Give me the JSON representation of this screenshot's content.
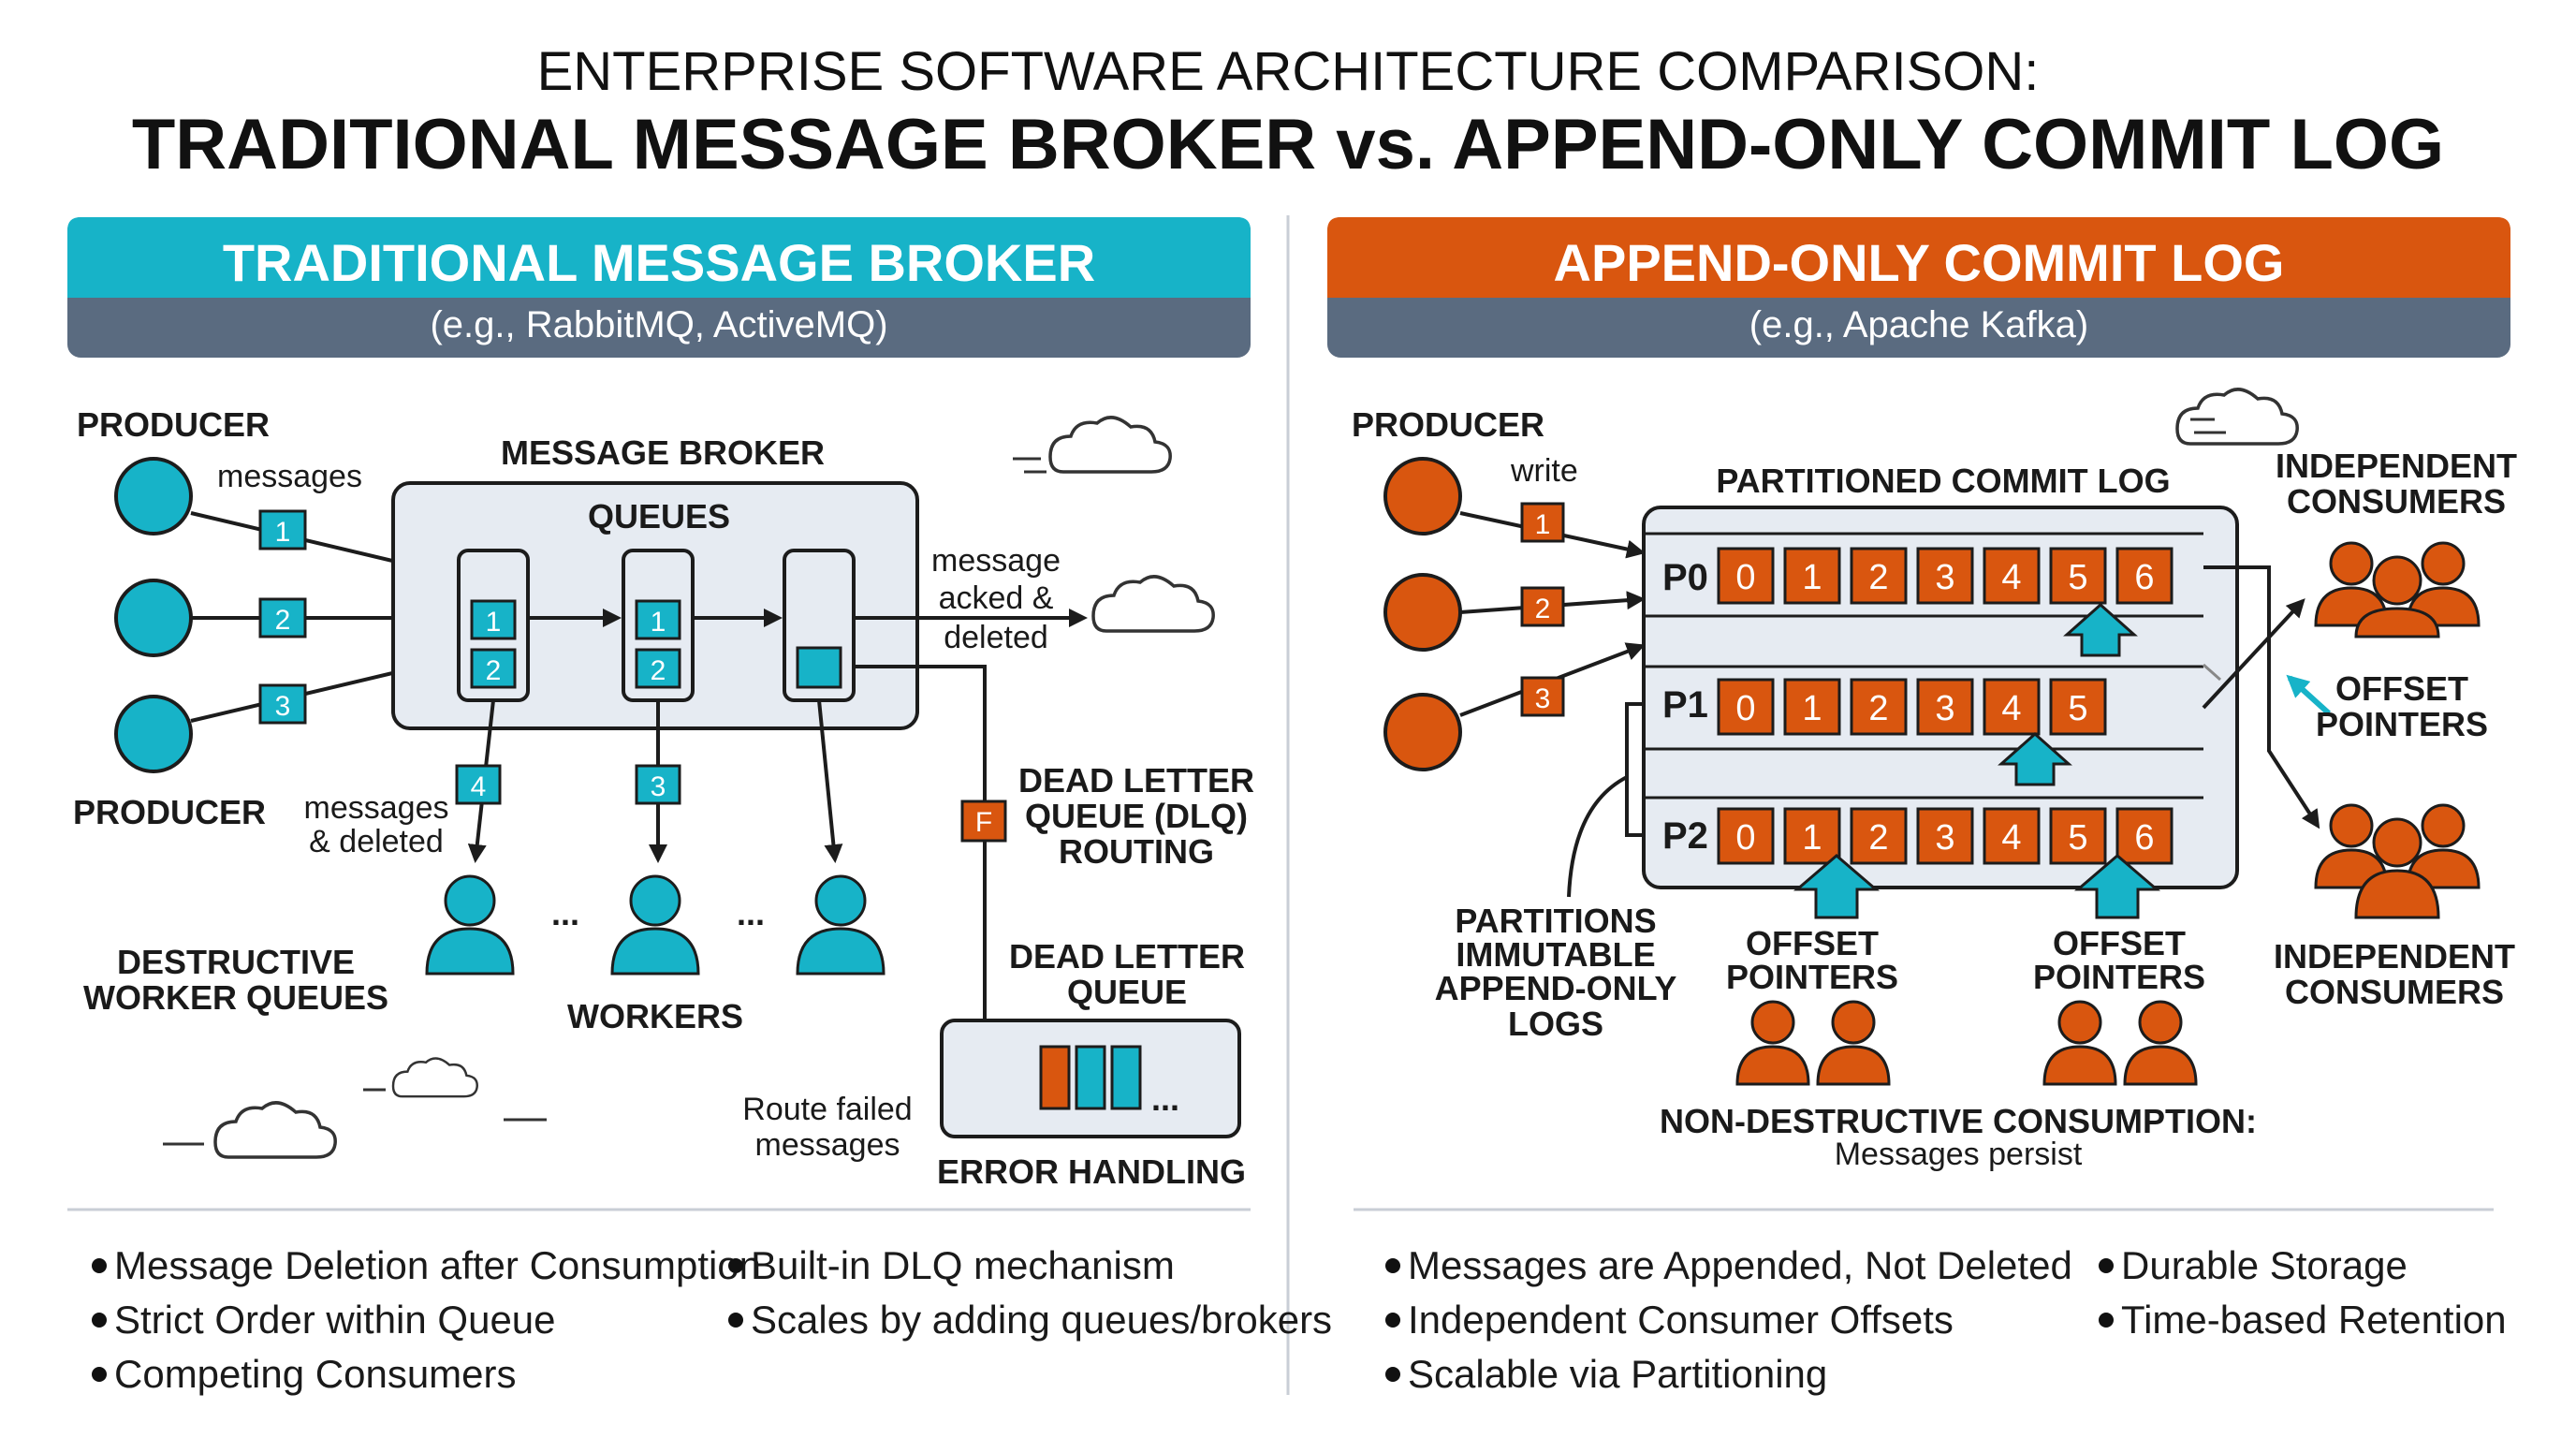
{
  "title": {
    "line1": "ENTERPRISE SOFTWARE ARCHITECTURE COMPARISON:",
    "line2": "TRADITIONAL MESSAGE BROKER vs. APPEND-ONLY COMMIT LOG"
  },
  "colors": {
    "teal": "#17b3c8",
    "orange": "#d9560f",
    "slate": "#5a6b80",
    "panel": "#e6ebf2"
  },
  "left": {
    "header": "TRADITIONAL MESSAGE BROKER",
    "subheader": "(e.g., RabbitMQ, ActiveMQ)",
    "producer_top": "PRODUCER",
    "producer_bottom": "PRODUCER",
    "messages_label": "messages",
    "broker_label": "MESSAGE BROKER",
    "queues_label": "QUEUES",
    "acked_lines": [
      "message",
      "acked &",
      "deleted"
    ],
    "msgs_deleted_lines": [
      "messages",
      "& deleted"
    ],
    "dlq_routing_lines": [
      "DEAD LETTER",
      "QUEUE (DLQ)",
      "ROUTING"
    ],
    "dlq_lines": [
      "DEAD LETTER",
      "QUEUE"
    ],
    "destructive_lines": [
      "DESTRUCTIVE",
      "WORKER QUEUES"
    ],
    "workers_label": "WORKERS",
    "route_failed_lines": [
      "Route failed",
      "messages"
    ],
    "error_handling": "ERROR HANDLING",
    "failed_tag": "F",
    "ellipsis": "...",
    "producer_msgs": [
      "1",
      "2",
      "3"
    ],
    "queue1_msgs": [
      "1",
      "2"
    ],
    "queue2_msgs": [
      "1",
      "2"
    ],
    "worker_msgs": [
      "4",
      "3"
    ],
    "bullets_col1": [
      "Message Deletion after Consumption",
      "Strict Order within Queue",
      "Competing Consumers"
    ],
    "bullets_col2": [
      "Built-in DLQ mechanism",
      "Scales by adding queues/brokers"
    ]
  },
  "right": {
    "header": "APPEND-ONLY COMMIT LOG",
    "subheader": "(e.g., Apache Kafka)",
    "producer": "PRODUCER",
    "write_label": "write",
    "producer_msgs": [
      "1",
      "2",
      "3"
    ],
    "log_label": "PARTITIONED COMMIT LOG",
    "partitions": [
      {
        "name": "P0",
        "cells": [
          "0",
          "1",
          "2",
          "3",
          "4",
          "5",
          "6"
        ]
      },
      {
        "name": "P1",
        "cells": [
          "0",
          "1",
          "2",
          "3",
          "4",
          "5"
        ]
      },
      {
        "name": "P2",
        "cells": [
          "0",
          "1",
          "2",
          "3",
          "4",
          "5",
          "6"
        ]
      }
    ],
    "consumers_top_lines": [
      "INDEPENDENT",
      "CONSUMERS"
    ],
    "consumers_bottom_lines": [
      "INDEPENDENT",
      "CONSUMERS"
    ],
    "offset_pointers_right_lines": [
      "OFFSET",
      "POINTERS"
    ],
    "offset_pointers_a_lines": [
      "OFFSET",
      "POINTERS"
    ],
    "offset_pointers_b_lines": [
      "OFFSET",
      "POINTERS"
    ],
    "partitions_note_lines": [
      "PARTITIONS",
      "IMMUTABLE",
      "APPEND-ONLY",
      "LOGS"
    ],
    "non_destructive": "NON-DESTRUCTIVE CONSUMPTION:",
    "messages_persist": "Messages persist",
    "bullets_col1": [
      "Messages are Appended, Not Deleted",
      "Independent Consumer Offsets",
      "Scalable via Partitioning"
    ],
    "bullets_col2": [
      "Durable Storage",
      "Time-based Retention"
    ]
  }
}
